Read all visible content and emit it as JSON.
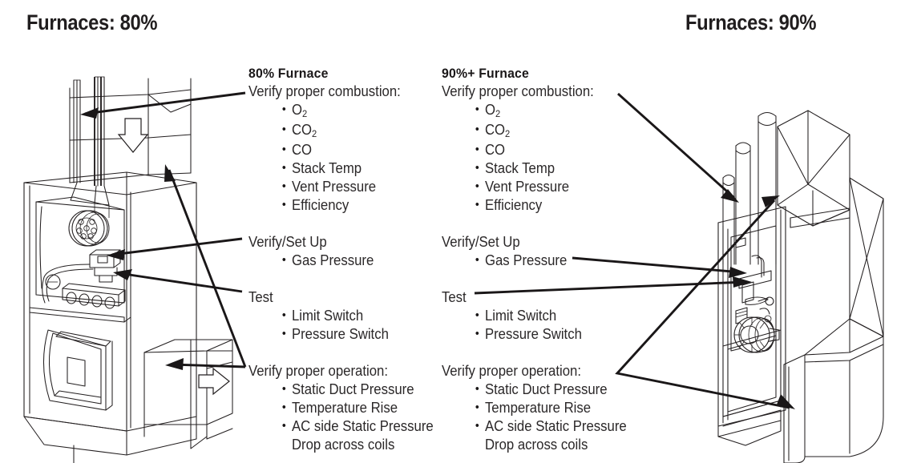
{
  "headings": {
    "left": "Furnaces: 80%",
    "right": "Furnaces: 90%"
  },
  "columns": {
    "left": {
      "title": "80% Furnace",
      "sections": [
        {
          "heading": "Verify proper combustion:",
          "items": [
            "O2",
            "CO2",
            "CO",
            "Stack Temp",
            "Vent Pressure",
            "Efficiency"
          ]
        },
        {
          "heading": "Verify/Set Up",
          "items": [
            "Gas Pressure"
          ]
        },
        {
          "heading": "Test",
          "items": [
            "Limit Switch",
            "Pressure Switch"
          ]
        },
        {
          "heading": "Verify proper operation:",
          "items": [
            "Static Duct Pressure",
            "Temperature Rise",
            "AC side Static Pressure"
          ],
          "continuation": "Drop across coils"
        }
      ]
    },
    "right": {
      "title": "90%+ Furnace",
      "sections": [
        {
          "heading": "Verify proper combustion:",
          "items": [
            "O2",
            "CO2",
            "CO",
            "Stack Temp",
            "Vent Pressure",
            "Efficiency"
          ]
        },
        {
          "heading": "Verify/Set Up",
          "items": [
            "Gas Pressure"
          ]
        },
        {
          "heading": "Test",
          "items": [
            "Limit Switch",
            "Pressure Switch"
          ]
        },
        {
          "heading": "Verify proper operation:",
          "items": [
            "Static Duct Pressure",
            "Temperature Rise",
            "AC side Static Pressure"
          ],
          "continuation": "Drop across coils"
        }
      ]
    }
  },
  "colors": {
    "ink": "#231f20",
    "background": "#ffffff",
    "leader": "#1a1718"
  },
  "illustrations": {
    "left": "80-percent-furnace-cutaway",
    "right": "90-percent-furnace-cutaway"
  }
}
